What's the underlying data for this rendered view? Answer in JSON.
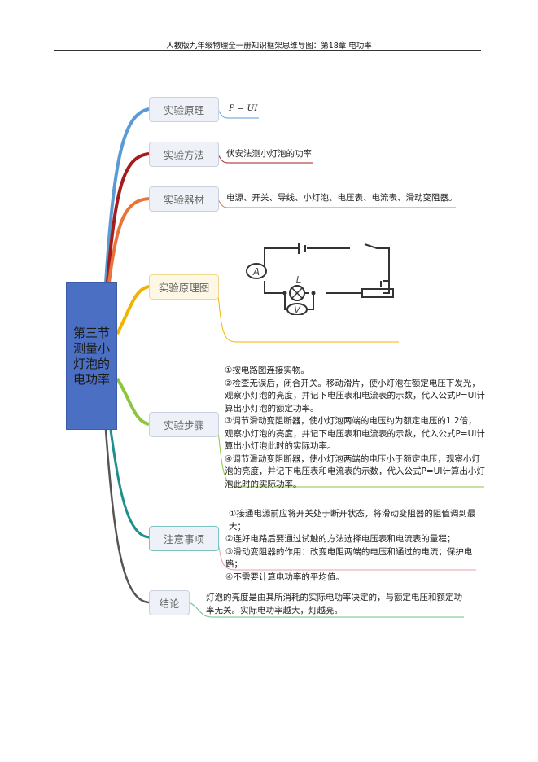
{
  "header": {
    "title": "人教版九年级物理全一册知识框架思维导图：第18章 电功率"
  },
  "center": {
    "title": "第三节 测量小灯泡的电功率"
  },
  "branches": [
    {
      "label": "实验原理",
      "color": "#5b9bd5",
      "content": [
        "P = UI"
      ]
    },
    {
      "label": "实验方法",
      "color": "#a51c1c",
      "content": [
        "伏安法测小灯泡的功率"
      ]
    },
    {
      "label": "实验器材",
      "color": "#e8743b",
      "content": [
        "电源、开关、导线、小灯泡、电压表、电流表、滑动变阻器。"
      ]
    },
    {
      "label": "实验原理图",
      "color": "#f0b400",
      "content": [],
      "circuit": {
        "ammeter": "A",
        "lamp": "L",
        "voltmeter": "V"
      }
    },
    {
      "label": "实验步骤",
      "color": "#8cc63f",
      "content": [
        "①按电路图连接实物。",
        "②检查无误后，闭合开关。移动滑片，使小灯泡在额定电压下发光，观察小灯泡的亮度，并记下电压表和电流表的示数，代入公式P=UI计算出小灯泡的额定功率。",
        "③调节滑动变阻断器，使小灯泡两端的电压约为额定电压的1.2倍，观察小灯泡的亮度，并记下电压表和电流表的示数，代入公式P=UI计算出小灯泡此时的实际功率。",
        "④调节滑动变阻断器，使小灯泡两端的电压小于额定电压，观察小灯泡的亮度，并记下电压表和电流表的示数，代入公式P=UI计算出小灯泡此时的实际功率。"
      ]
    },
    {
      "label": "注意事项",
      "color": "#1f8f8a",
      "content": [
        "①接通电源前应将开关处于断开状态，将滑动变阻器的阻值调到最大；",
        "②连好电路后要通过试触的方法选择电压表和电流表的量程；",
        "③滑动变阻器的作用：改变电阻两端的电压和通过的电流；保护电路；",
        "④不需要计算电功率的平均值。"
      ]
    },
    {
      "label": "结论",
      "color": "#555555",
      "content": [
        "灯泡的亮度是由其所消耗的实际电功率决定的，与额定电压和额定功率无关。实际电功率越大，灯越亮。"
      ]
    }
  ]
}
